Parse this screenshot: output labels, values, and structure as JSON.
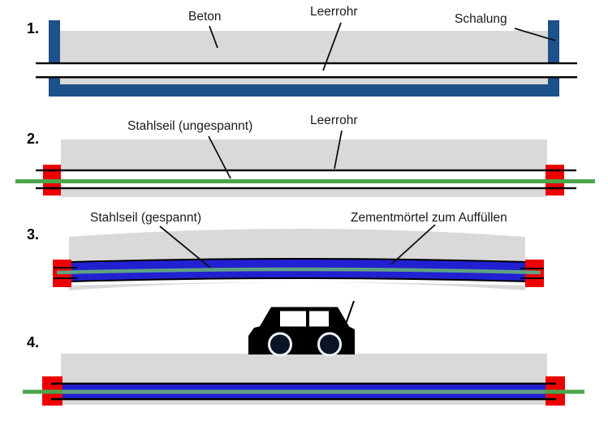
{
  "steps": [
    {
      "number": "1.",
      "labels": {
        "beton": "Beton",
        "leerrohr": "Leerrohr",
        "schalung": "Schalung"
      }
    },
    {
      "number": "2.",
      "labels": {
        "stahlseil": "Stahlseil (ungespannt)",
        "leerrohr": "Leerrohr"
      }
    },
    {
      "number": "3.",
      "labels": {
        "stahlseil": "Stahlseil (gespannt)",
        "zementmoertel": "Zementmörtel zum Auffüllen"
      }
    },
    {
      "number": "4.",
      "labels": {}
    }
  ],
  "icons": {
    "car": "car-silhouette"
  },
  "colors": {
    "concrete": "#d9d9d9",
    "formwork_blue": "#1c5189",
    "mortar_blue": "#2121d1",
    "cable_green": "#4ba64b",
    "cable_green_muted": "#5fa183",
    "anchor_red": "#ee0000",
    "conduit_white": "#ffffff",
    "line_black": "#000000"
  }
}
